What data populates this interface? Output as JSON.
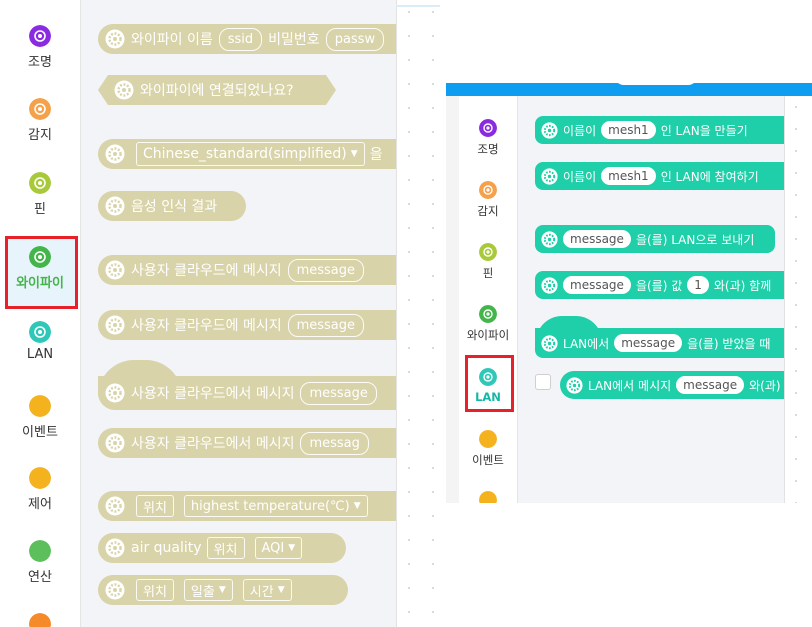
{
  "left_panel": {
    "categories": [
      {
        "label": "조명",
        "color": "#8a2be2",
        "active": false
      },
      {
        "label": "감지",
        "color": "#f5a04a",
        "active": false
      },
      {
        "label": "핀",
        "color": "#a8c93a",
        "active": false
      },
      {
        "label": "와이파이",
        "color": "#43b54a",
        "active": true
      },
      {
        "label": "LAN",
        "color": "#2ec7b8",
        "active": false
      },
      {
        "label": "이벤트",
        "color": "#f5b21f",
        "active": false
      },
      {
        "label": "제어",
        "color": "#f5b21f",
        "active": false
      },
      {
        "label": "연산",
        "color": "#5cbf5c",
        "active": false
      },
      {
        "label": "",
        "color": "#f58a2a",
        "active": false
      }
    ],
    "blocks": {
      "wifi_connect": {
        "t1": "와이파이 이름",
        "p1": "ssid",
        "t2": "비밀번호",
        "p2": "passw"
      },
      "wifi_connected": {
        "t1": "와이파이에 연결되었나요?"
      },
      "speech_lang": {
        "dd": "Chinese_standard(simplified)",
        "t1": "을"
      },
      "speech_result": {
        "t1": "음성 인식 결과"
      },
      "cloud_send1": {
        "t1": "사용자 클라우드에 메시지",
        "p1": "message"
      },
      "cloud_send2": {
        "t1": "사용자 클라우드에 메시지",
        "p1": "message"
      },
      "cloud_recv_hat": {
        "t1": "사용자 클라우드에서 메시지",
        "p1": "message"
      },
      "cloud_recv": {
        "t1": "사용자 클라우드에서 메시지",
        "p1": "messag"
      },
      "weather_temp": {
        "d1": "위치",
        "d2": "highest temperature(℃)"
      },
      "air_quality": {
        "t1": "air quality",
        "d1": "위치",
        "d2": "AQI"
      },
      "sunrise": {
        "d1": "위치",
        "d2": "일출",
        "d3": "시간"
      }
    }
  },
  "right_panel": {
    "categories": [
      {
        "label": "조명",
        "color": "#8a2be2",
        "active": false
      },
      {
        "label": "감지",
        "color": "#f5a04a",
        "active": false
      },
      {
        "label": "핀",
        "color": "#a8c93a",
        "active": false
      },
      {
        "label": "와이파이",
        "color": "#43b54a",
        "active": false
      },
      {
        "label": "LAN",
        "color": "#2ec7b8",
        "active": true
      },
      {
        "label": "이벤트",
        "color": "#f5b21f",
        "active": false
      },
      {
        "label": "",
        "color": "#f5b21f",
        "active": false
      }
    ],
    "blocks": {
      "lan_create": {
        "t1": "이름이",
        "p1": "mesh1",
        "t2": "인 LAN을 만들기"
      },
      "lan_join": {
        "t1": "이름이",
        "p1": "mesh1",
        "t2": "인 LAN에 참여하기"
      },
      "lan_send": {
        "p1": "message",
        "t1": "을(를) LAN으로 보내기"
      },
      "lan_send_value": {
        "p1": "message",
        "t1": "을(를) 값",
        "p2": "1",
        "t2": "와(과) 함께"
      },
      "lan_recv_hat": {
        "t1": "LAN에서",
        "p1": "message",
        "t2": "을(를) 받았을 때"
      },
      "lan_recv": {
        "t1": "LAN에서 메시지",
        "p1": "message",
        "t2": "와(과)"
      }
    }
  }
}
